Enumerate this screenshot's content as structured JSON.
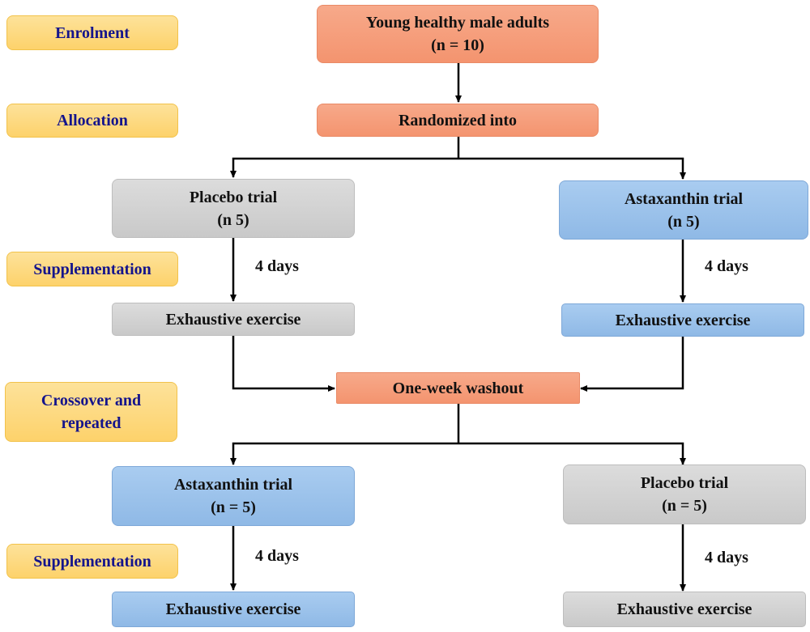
{
  "stages": {
    "enrolment": "Enrolment",
    "allocation": "Allocation",
    "supplementation_1": "Supplementation",
    "crossover": "Crossover and\nrepeated",
    "supplementation_2": "Supplementation"
  },
  "flow": {
    "participants": "Young healthy male adults\n(n = 10)",
    "randomized": "Randomized into",
    "period1": {
      "left_trial": "Placebo trial\n(n 5)",
      "right_trial": "Astaxanthin trial\n(n 5)",
      "left_duration": "4 days",
      "right_duration": "4 days",
      "left_exercise": "Exhaustive exercise",
      "right_exercise": "Exhaustive exercise"
    },
    "washout": "One-week washout",
    "period2": {
      "left_trial": "Astaxanthin trial\n(n = 5)",
      "right_trial": "Placebo trial\n(n = 5)",
      "left_duration": "4 days",
      "right_duration": "4 days",
      "left_exercise": "Exhaustive exercise",
      "right_exercise": "Exhaustive exercise"
    }
  },
  "colors": {
    "stage_fill": "#fdd26b",
    "stage_text": "#14148c",
    "orange": "#f4946f",
    "gray": "#c9c9c9",
    "blue": "#8fb9e6"
  }
}
